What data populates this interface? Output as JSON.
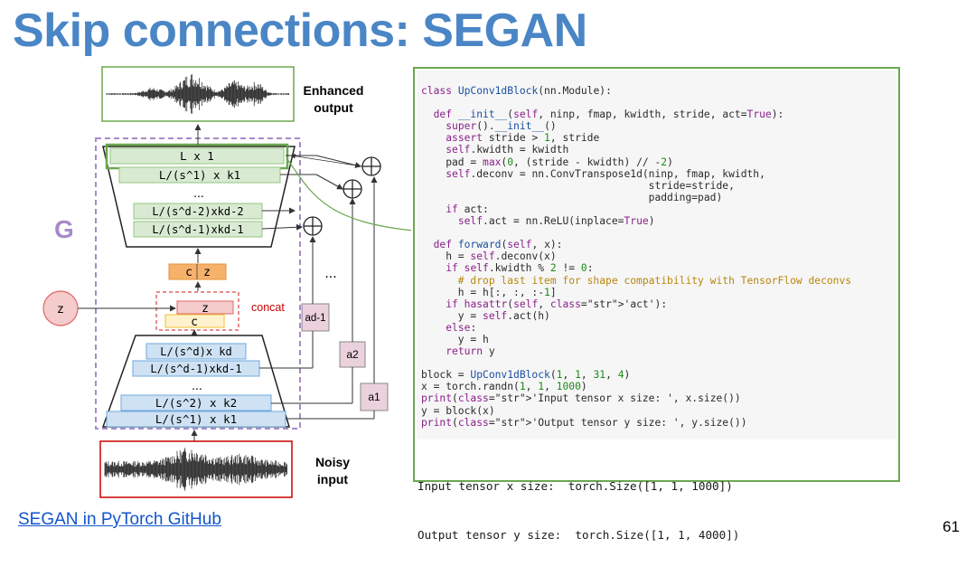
{
  "slide": {
    "title": "Skip connections: SEGAN",
    "link_text": "SEGAN in PyTorch GitHub",
    "page_number": "61"
  },
  "diagram": {
    "enhanced_label_1": "Enhanced",
    "enhanced_label_2": "output",
    "noisy_label_1": "Noisy",
    "noisy_label_2": "input",
    "generator_label": "G",
    "decoder_layers": [
      "L x 1",
      "L/(s^1) x k1",
      "...",
      "L/(s^d-2)xkd-2",
      "L/(s^d-1)xkd-1"
    ],
    "cz_label_c": "c",
    "cz_label_z": "z",
    "concat_label": "concat",
    "z_node": "z",
    "concat_z": "z",
    "concat_c": "c",
    "encoder_layers": [
      "L/(s^d)x kd",
      "L/(s^d-1)xkd-1",
      "...",
      "L/(s^2) x k2",
      "L/(s^1) x k1"
    ],
    "skip_labels": [
      "ad-1",
      "a2",
      "a1"
    ],
    "skip_dots": "...",
    "colors": {
      "blue_accent": "#4a86c5",
      "green_border": "#6aa84f",
      "purple_dash": "#a78bc9",
      "red_dash": "#e06666"
    }
  },
  "code": {
    "lines": [
      "class UpConv1dBlock(nn.Module):",
      "",
      "  def __init__(self, ninp, fmap, kwidth, stride, act=True):",
      "    super().__init__()",
      "    assert stride > 1, stride",
      "    self.kwidth = kwidth",
      "    pad = max(0, (stride - kwidth) // -2)",
      "    self.deconv = nn.ConvTranspose1d(ninp, fmap, kwidth,",
      "                                     stride=stride,",
      "                                     padding=pad)",
      "    if act:",
      "      self.act = nn.ReLU(inplace=True)",
      "",
      "  def forward(self, x):",
      "    h = self.deconv(x)",
      "    if self.kwidth % 2 != 0:",
      "      # drop last item for shape compatibility with TensorFlow deconvs",
      "      h = h[:, :, :-1]",
      "    if hasattr(self, 'act'):",
      "      y = self.act(h)",
      "    else:",
      "      y = h",
      "    return y",
      "",
      "block = UpConv1dBlock(1, 1, 31, 4)",
      "x = torch.randn(1, 1, 1000)",
      "print('Input tensor x size: ', x.size())",
      "y = block(x)",
      "print('Output tensor y size: ', y.size())"
    ],
    "output_lines": [
      "Input tensor x size:  torch.Size([1, 1, 1000])",
      "Output tensor y size:  torch.Size([1, 1, 4000])"
    ]
  }
}
